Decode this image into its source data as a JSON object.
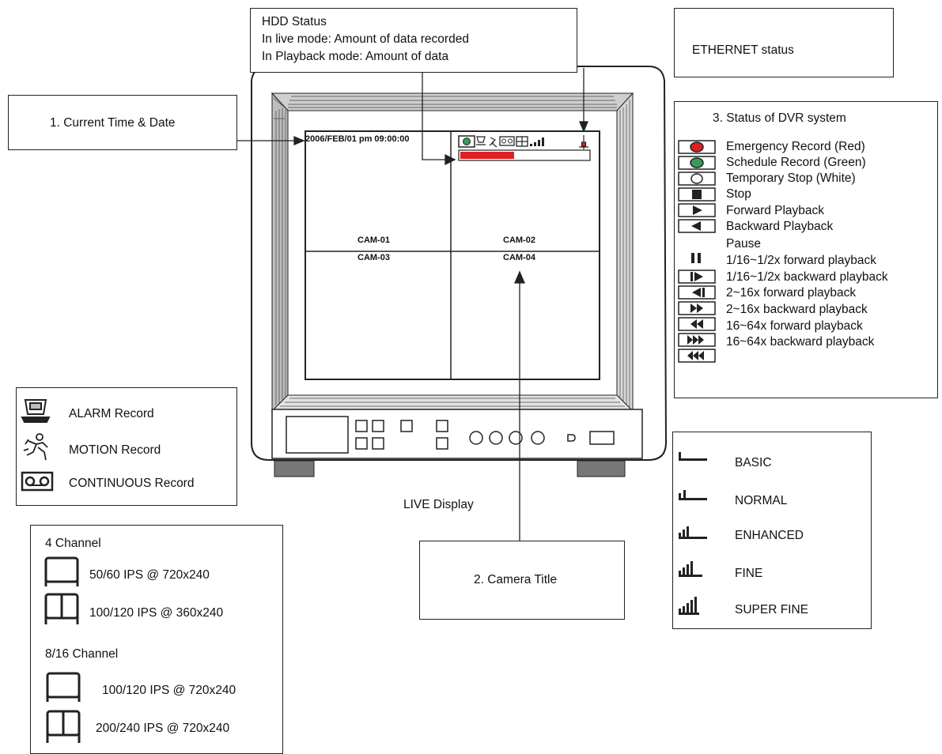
{
  "hdd_box": {
    "title": "HDD Status",
    "line1": "In live mode: Amount of data recorded",
    "line2": "In Playback mode: Amount of data"
  },
  "ethernet_box": {
    "label": "ETHERNET status"
  },
  "time_box": {
    "label": "1. Current Time & Date"
  },
  "monitor": {
    "datetime": "2006/FEB/01 pm 09:00:00",
    "cameras": [
      "CAM-01",
      "CAM-02",
      "CAM-03",
      "CAM-04"
    ],
    "hdd_fill_fraction": 0.42,
    "hdd_fill_color": "#e02020"
  },
  "live_display": {
    "label": "LIVE Display"
  },
  "camera_title_box": {
    "label": "2. Camera Title"
  },
  "dvr_status": {
    "title": "3. Status of DVR system",
    "items": [
      "Emergency Record (Red)",
      "Schedule Record (Green)",
      "Temporary Stop (White)",
      "Stop",
      "Forward Playback",
      "Backward Playback",
      "Pause",
      "1/16~1/2x forward playback",
      "1/16~1/2x backward playback",
      "2~16x forward playback",
      "2~16x backward playback",
      "16~64x forward playback",
      "16~64x backward playback"
    ],
    "colors": {
      "red": "#e02020",
      "green": "#3c9a5a",
      "white": "#ffffff"
    }
  },
  "record_types": {
    "items": [
      "ALARM Record",
      "MOTION Record",
      "CONTINUOUS Record"
    ]
  },
  "quality": {
    "items": [
      "BASIC",
      "NORMAL",
      "ENHANCED",
      "FINE",
      "SUPER FINE"
    ]
  },
  "channels": {
    "group1_title": "4 Channel",
    "group1_items": [
      "50/60 IPS @ 720x240",
      "100/120 IPS @ 360x240"
    ],
    "group2_title": "8/16 Channel",
    "group2_items": [
      "100/120 IPS @ 720x240",
      "200/240 IPS @ 720x240"
    ]
  }
}
